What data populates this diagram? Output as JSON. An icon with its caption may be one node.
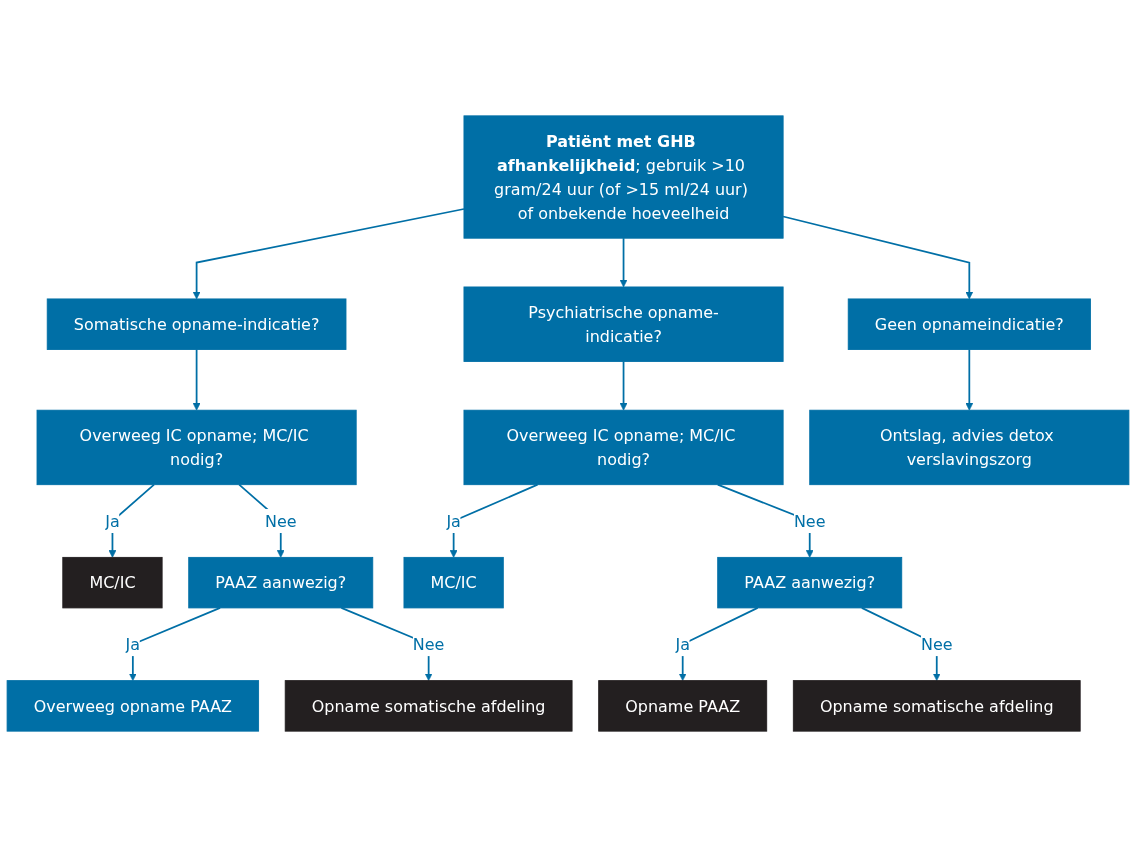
{
  "diagram": {
    "nodes": [
      {
        "text": [
          "**Patiënt met GHB afhankelijkheid**; gebruik >10 gram/24 uur (of >15 ml/24 uur) of onbekende hoeveelheid"
        ]
      },
      {
        "text": [
          "Somatische opname-indicatie?"
        ]
      },
      {
        "text": [
          "Psychiatrische opname-indicatie?"
        ]
      },
      {
        "text": [
          "Geen opnameindicatie?"
        ]
      },
      {
        "text": [
          "Overweeg IC opname; MC/IC nodig?"
        ]
      },
      {
        "text": [
          "Overweeg IC opname; MC/IC nodig?"
        ]
      },
      {
        "text": [
          "Ontslag, advies detox verslavingszorg"
        ]
      },
      {
        "text": [
          "MC/IC"
        ]
      },
      {
        "text": [
          "PAAZ aanwezig?"
        ]
      },
      {
        "text": [
          "MC/IC"
        ]
      },
      {
        "text": [
          "PAAZ aanwezig?"
        ]
      },
      {
        "text": [
          "Overweeg opname PAAZ"
        ]
      },
      {
        "text": [
          "Opname somatische afdeling"
        ]
      },
      {
        "text": [
          "Opname PAAZ"
        ]
      },
      {
        "text": [
          "Opname somatische afdeling"
        ]
      }
    ],
    "edges": [
      {
        "from": 0,
        "to": 1,
        "arrow": "to"
      },
      {
        "from": 0,
        "to": 2,
        "arrow": "to"
      },
      {
        "from": 0,
        "to": 3,
        "arrow": "to"
      },
      {
        "from": 1,
        "to": 4,
        "arrow": "to"
      },
      {
        "from": 2,
        "to": 5,
        "arrow": "to"
      },
      {
        "from": 3,
        "to": 6,
        "arrow": "to"
      },
      {
        "from": 4,
        "to": 7,
        "arrow": "to",
        "label": "Ja"
      },
      {
        "from": 4,
        "to": 8,
        "arrow": "to",
        "label": "Nee"
      },
      {
        "from": 5,
        "to": 9,
        "arrow": "to",
        "label": "Ja"
      },
      {
        "from": 5,
        "to": 10,
        "arrow": "to",
        "label": "Nee"
      },
      {
        "from": 8,
        "to": 11,
        "arrow": "to",
        "label": "Ja"
      },
      {
        "from": 8,
        "to": 12,
        "arrow": "to",
        "label": "Nee"
      },
      {
        "from": 10,
        "to": 13,
        "arrow": "to",
        "label": "Ja"
      },
      {
        "from": 10,
        "to": 14,
        "arrow": "to",
        "label": "Nee"
      }
    ]
  }
}
